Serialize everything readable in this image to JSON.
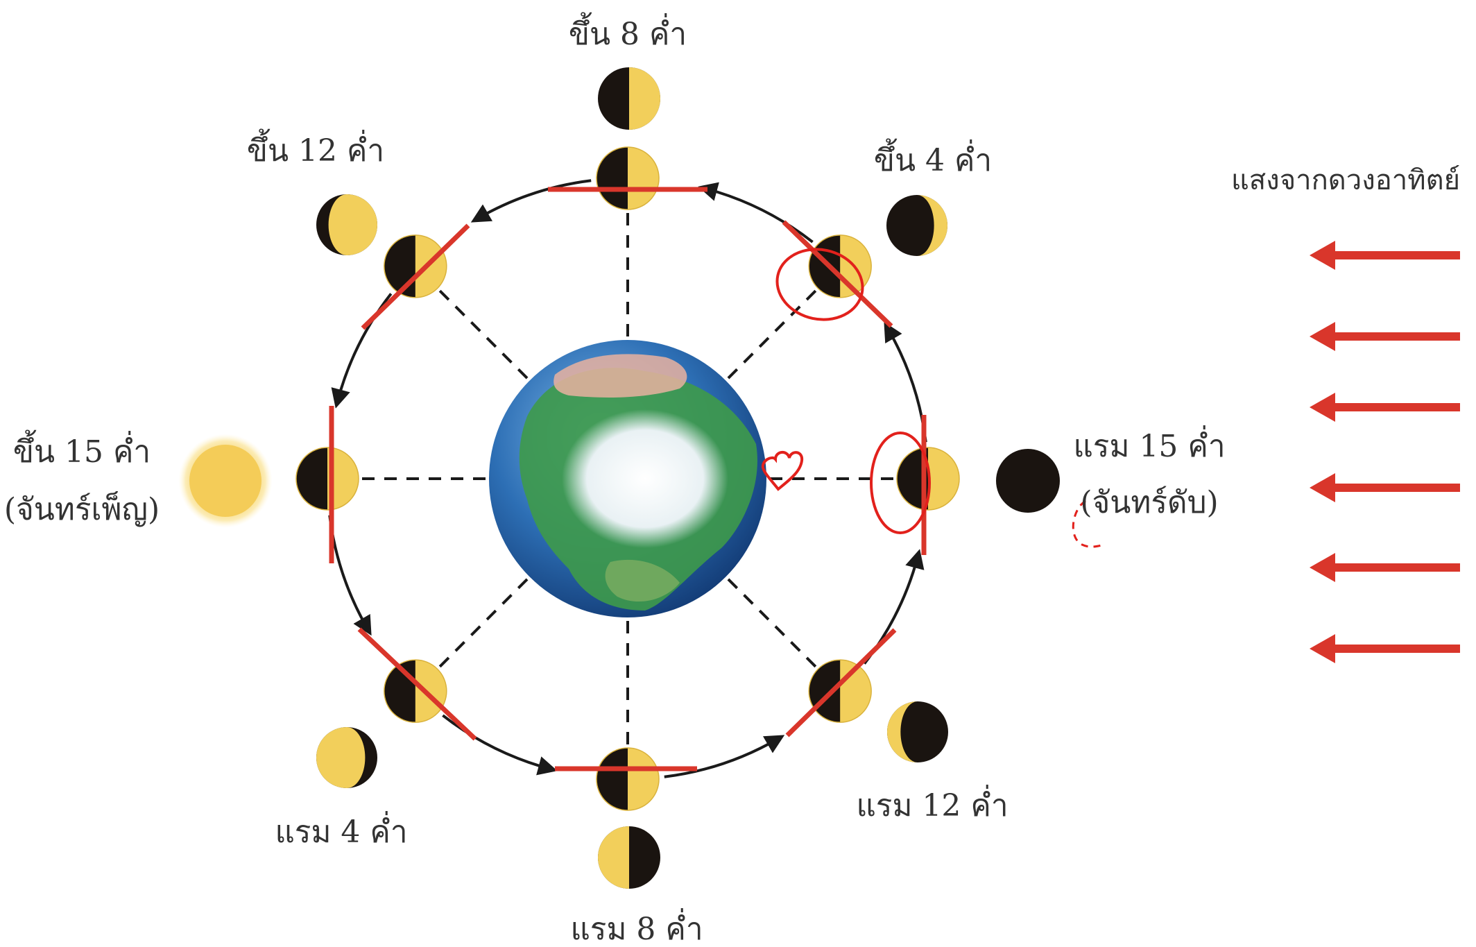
{
  "title": "",
  "sunlight_label": "แสงจากดวงอาทิตย์",
  "phases": [
    {
      "id": "new",
      "label": "แรม 15 ค่ำ",
      "sublabel": "(จันทร์ดับ)"
    },
    {
      "id": "waxing-4",
      "label": "ขึ้น 4 ค่ำ"
    },
    {
      "id": "waxing-8",
      "label": "ขึ้น 8 ค่ำ"
    },
    {
      "id": "waxing-12",
      "label": "ขึ้น 12 ค่ำ"
    },
    {
      "id": "full",
      "label": "ขึ้น 15 ค่ำ",
      "sublabel": "(จันทร์เพ็ญ)"
    },
    {
      "id": "waning-4",
      "label": "แรม 4 ค่ำ"
    },
    {
      "id": "waning-8",
      "label": "แรม 8 ค่ำ"
    },
    {
      "id": "waning-12",
      "label": "แรม 12 ค่ำ"
    }
  ],
  "sunlight_arrow_count": 6,
  "colors": {
    "moon_lit": "#f2cf5b",
    "moon_dark": "#1a1410",
    "annotation_red": "#d9362b",
    "orbit": "#1a1a1a",
    "ocean": "#2d6fb5",
    "land": "#3e9a4a"
  }
}
